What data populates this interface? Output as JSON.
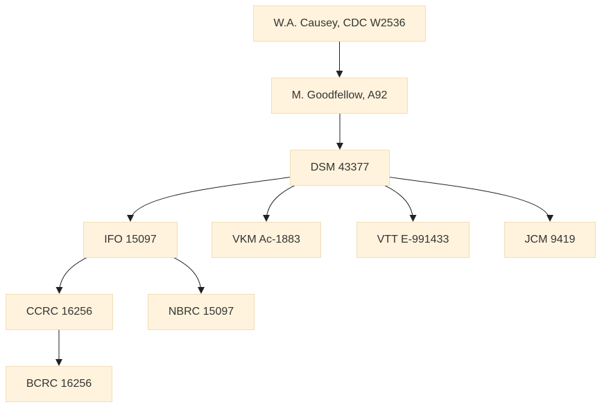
{
  "diagram": {
    "nodes": [
      {
        "id": "causey",
        "label": "W.A. Causey, CDC W2536"
      },
      {
        "id": "goodfellow",
        "label": "M. Goodfellow, A92"
      },
      {
        "id": "dsm",
        "label": "DSM 43377"
      },
      {
        "id": "ifo",
        "label": "IFO 15097"
      },
      {
        "id": "vkm",
        "label": "VKM Ac-1883"
      },
      {
        "id": "vtt",
        "label": "VTT E-991433"
      },
      {
        "id": "jcm",
        "label": "JCM 9419"
      },
      {
        "id": "ccrc",
        "label": "CCRC 16256"
      },
      {
        "id": "nbrc",
        "label": "NBRC 15097"
      },
      {
        "id": "bcrc",
        "label": "BCRC 16256"
      }
    ],
    "edges": [
      {
        "from": "causey",
        "to": "goodfellow"
      },
      {
        "from": "goodfellow",
        "to": "dsm"
      },
      {
        "from": "dsm",
        "to": "ifo"
      },
      {
        "from": "dsm",
        "to": "vkm"
      },
      {
        "from": "dsm",
        "to": "vtt"
      },
      {
        "from": "dsm",
        "to": "jcm"
      },
      {
        "from": "ifo",
        "to": "ccrc"
      },
      {
        "from": "ifo",
        "to": "nbrc"
      },
      {
        "from": "ccrc",
        "to": "bcrc"
      }
    ]
  }
}
